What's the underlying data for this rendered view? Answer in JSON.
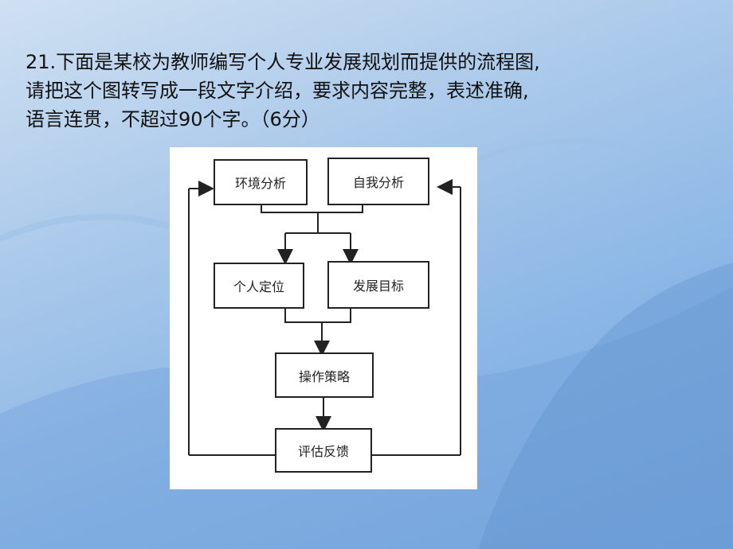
{
  "question": {
    "line1": "21.下面是某校为教师编写个人专业发展规划而提供的流程图,",
    "line2": "请把这个图转写成一段文字介绍，要求内容完整，表述准确,",
    "line3": "语言连贯，不超过90个字。（6分）"
  },
  "flowchart": {
    "nodes": {
      "env": "环境分析",
      "self": "自我分析",
      "position": "个人定位",
      "goal": "发展目标",
      "strategy": "操作策略",
      "feedback": "评估反馈"
    }
  }
}
